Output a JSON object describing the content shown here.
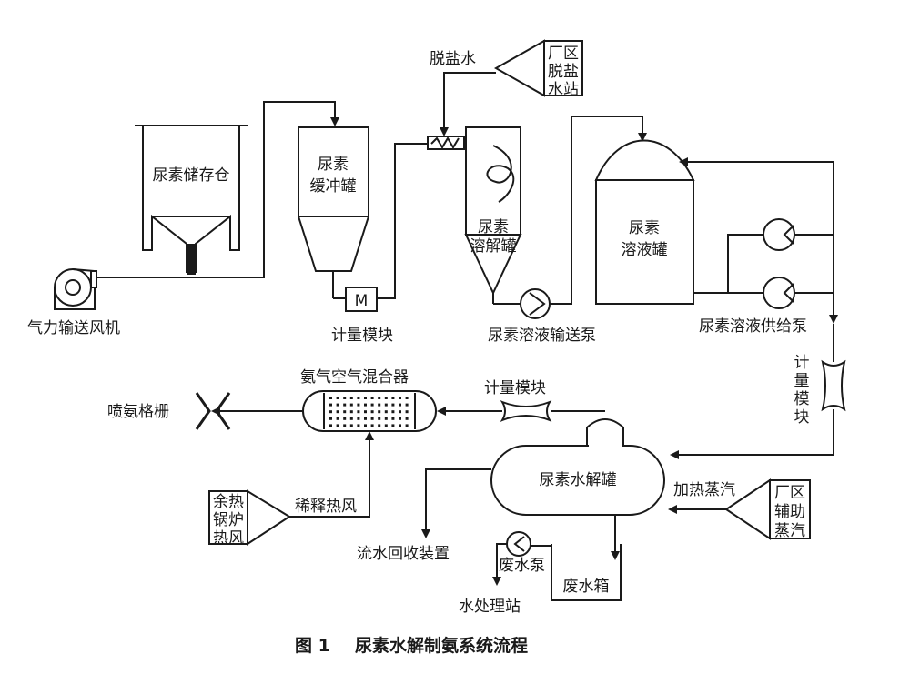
{
  "labels": {
    "storage_silo": "尿素储存仓",
    "blower": "气力输送风机",
    "buffer_tank_1": "尿素",
    "buffer_tank_2": "缓冲罐",
    "meter_box": "M",
    "meter_module_1": "计量模块",
    "desalt_water": "脱盐水",
    "plant_desalt_1": "厂区",
    "plant_desalt_2": "脱盐",
    "plant_desalt_3": "水站",
    "dissolve_tank_1": "尿素",
    "dissolve_tank_2": "溶解罐",
    "transfer_pump": "尿素溶液输送泵",
    "solution_tank_1": "尿素",
    "solution_tank_2": "溶液罐",
    "supply_pump": "尿素溶液供给泵",
    "meter_module_v_1": "计",
    "meter_module_v_2": "量",
    "meter_module_v_3": "模",
    "meter_module_v_4": "块",
    "mixer": "氨气空气混合器",
    "meter_module_2": "计量模块",
    "grid": "喷氨格栅",
    "hydrolyzer": "尿素水解罐",
    "heating_steam": "加热蒸汽",
    "plant_steam_1": "厂区",
    "plant_steam_2": "辅助",
    "plant_steam_3": "蒸汽",
    "boiler_1": "余热",
    "boiler_2": "锅炉",
    "boiler_3": "热风",
    "dilute_air": "稀释热风",
    "recovery": "流水回收装置",
    "waste_pump": "废水泵",
    "waste_tank": "废水箱",
    "water_station": "水处理站"
  },
  "caption": {
    "figure_no": "图 1",
    "title": "尿素水解制氨系统流程"
  }
}
